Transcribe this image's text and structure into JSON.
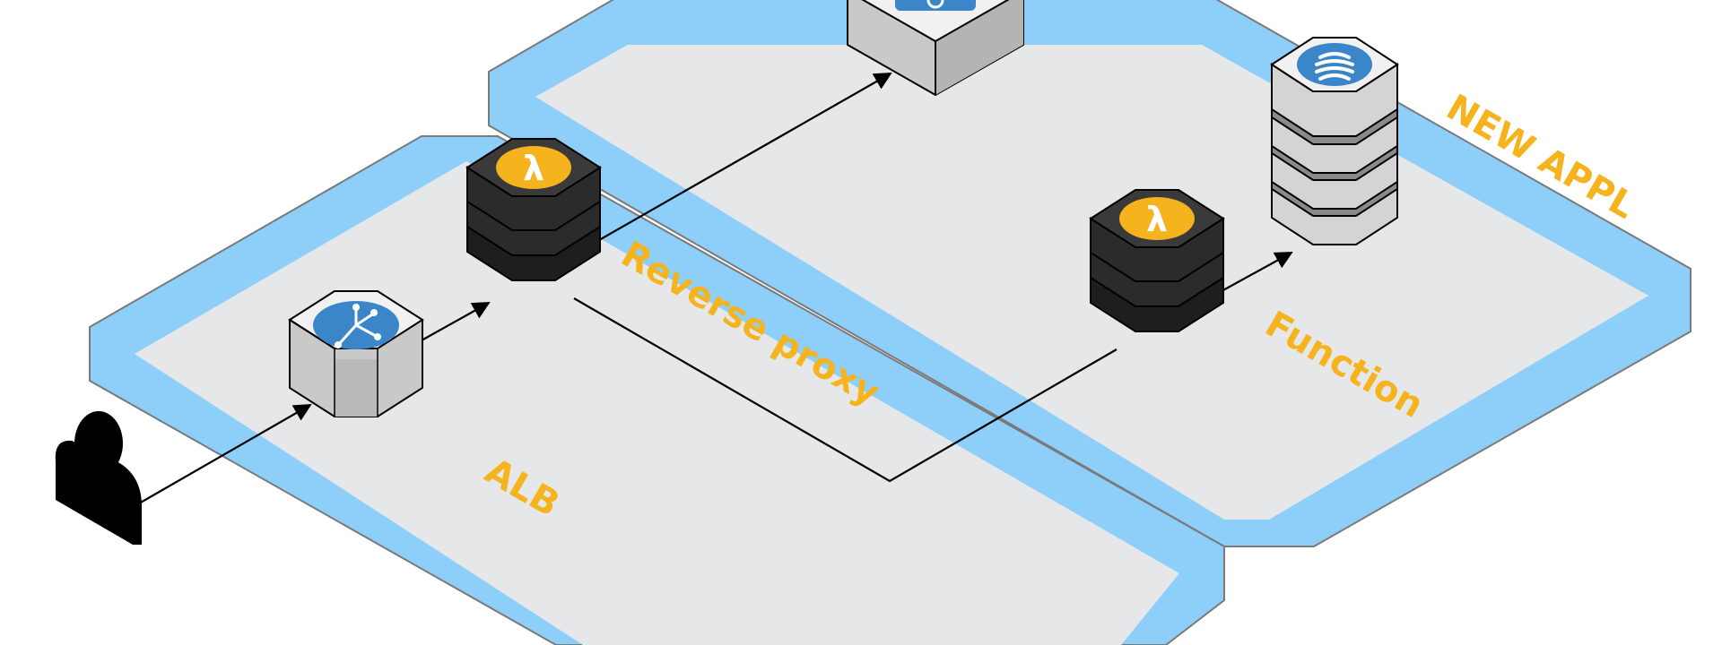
{
  "diagram": {
    "labels": {
      "alb": "ALB",
      "reverse_proxy": "Reverse proxy",
      "function": "Function",
      "new_appl": "NEW APPL"
    },
    "nodes": [
      {
        "id": "user",
        "icon": "user-icon"
      },
      {
        "id": "alb-router",
        "icon": "load-balancer-icon"
      },
      {
        "id": "proxy-lambda",
        "icon": "lambda-icon"
      },
      {
        "id": "top-service",
        "icon": "service-icon"
      },
      {
        "id": "function-lambda",
        "icon": "lambda-icon"
      },
      {
        "id": "database",
        "icon": "database-icon"
      }
    ],
    "edges": [
      {
        "from": "user",
        "to": "alb-router"
      },
      {
        "from": "alb-router",
        "to": "proxy-lambda"
      },
      {
        "from": "proxy-lambda",
        "to": "top-service"
      },
      {
        "from": "proxy-lambda",
        "to": "function-lambda"
      },
      {
        "from": "function-lambda",
        "to": "database"
      }
    ],
    "colors": {
      "zone_border": "#8ECFFA",
      "zone_fill": "#E6E7E8",
      "label": "#F5B31D",
      "dark_stack": "#2B2B2B",
      "light_stack": "#D4D4D4",
      "icon_blue": "#3B86C8",
      "lambda_orange": "#F5B31D"
    }
  }
}
